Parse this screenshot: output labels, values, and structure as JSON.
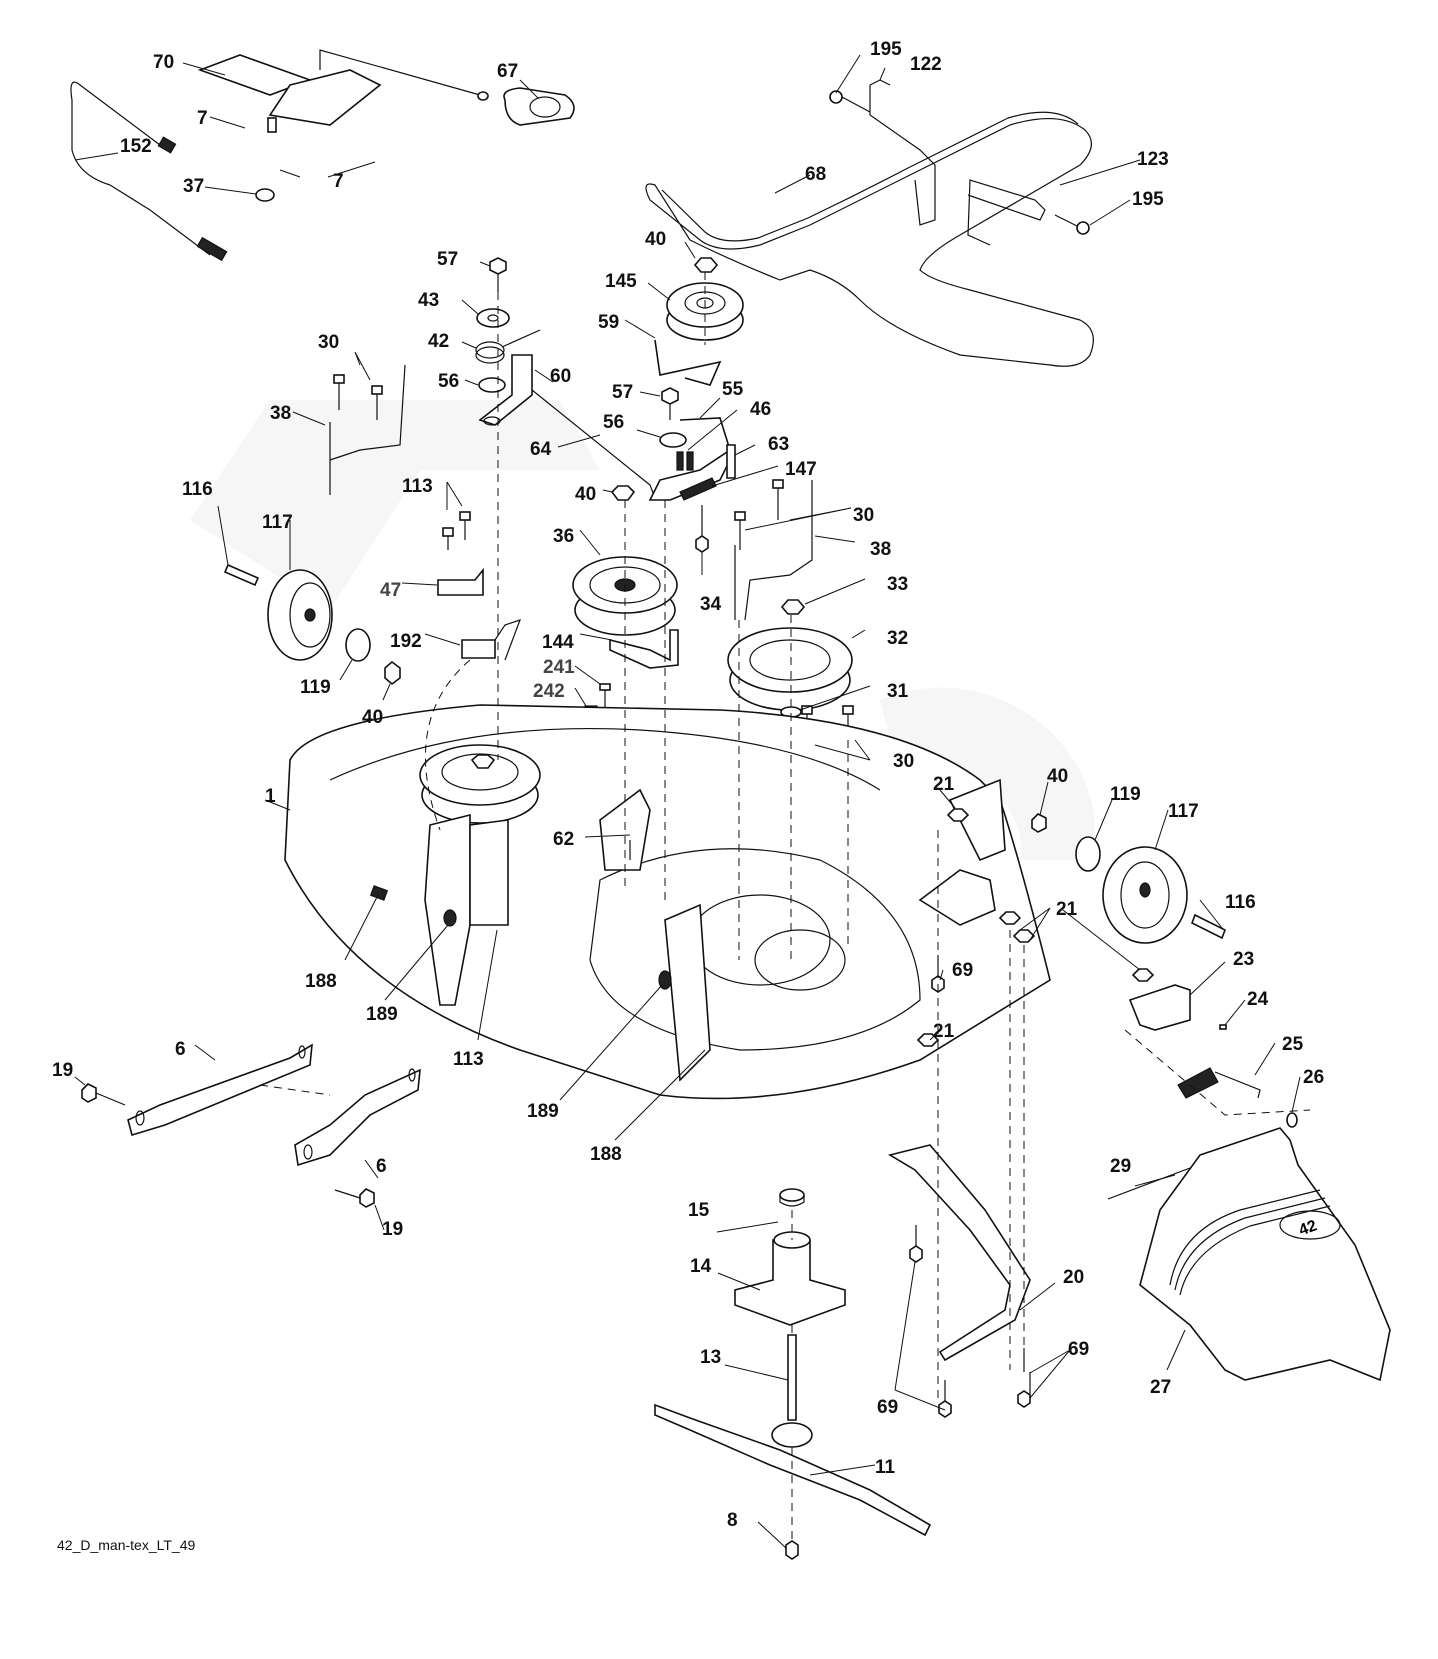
{
  "diagram": {
    "title": "Mower deck exploded parts diagram",
    "footer_code": "42_D_man-tex_LT_49",
    "deck_emblem": "42",
    "callouts": [
      {
        "id": "c70",
        "label": "70"
      },
      {
        "id": "c7a",
        "label": "7"
      },
      {
        "id": "c7b",
        "label": "7"
      },
      {
        "id": "c152",
        "label": "152"
      },
      {
        "id": "c37",
        "label": "37"
      },
      {
        "id": "c67",
        "label": "67"
      },
      {
        "id": "c195a",
        "label": "195"
      },
      {
        "id": "c122",
        "label": "122"
      },
      {
        "id": "c123",
        "label": "123"
      },
      {
        "id": "c195b",
        "label": "195"
      },
      {
        "id": "c68",
        "label": "68"
      },
      {
        "id": "c57a",
        "label": "57"
      },
      {
        "id": "c43",
        "label": "43"
      },
      {
        "id": "c42",
        "label": "42"
      },
      {
        "id": "c56a",
        "label": "56"
      },
      {
        "id": "c60",
        "label": "60"
      },
      {
        "id": "c40a",
        "label": "40"
      },
      {
        "id": "c145",
        "label": "145"
      },
      {
        "id": "c59",
        "label": "59"
      },
      {
        "id": "c57b",
        "label": "57"
      },
      {
        "id": "c55",
        "label": "55"
      },
      {
        "id": "c56b",
        "label": "56"
      },
      {
        "id": "c46",
        "label": "46"
      },
      {
        "id": "c63",
        "label": "63"
      },
      {
        "id": "c64",
        "label": "64"
      },
      {
        "id": "c147",
        "label": "147"
      },
      {
        "id": "c30a",
        "label": "30"
      },
      {
        "id": "c38a",
        "label": "38"
      },
      {
        "id": "c113a",
        "label": "113"
      },
      {
        "id": "c116a",
        "label": "116"
      },
      {
        "id": "c117a",
        "label": "117"
      },
      {
        "id": "c47",
        "label": "47"
      },
      {
        "id": "c192",
        "label": "192"
      },
      {
        "id": "c119a",
        "label": "119"
      },
      {
        "id": "c40b",
        "label": "40"
      },
      {
        "id": "c40c",
        "label": "40"
      },
      {
        "id": "c36",
        "label": "36"
      },
      {
        "id": "c30b",
        "label": "30"
      },
      {
        "id": "c38b",
        "label": "38"
      },
      {
        "id": "c34",
        "label": "34"
      },
      {
        "id": "c33",
        "label": "33"
      },
      {
        "id": "c144",
        "label": "144"
      },
      {
        "id": "c241",
        "label": "241"
      },
      {
        "id": "c242",
        "label": "242"
      },
      {
        "id": "c32",
        "label": "32"
      },
      {
        "id": "c31",
        "label": "31"
      },
      {
        "id": "c30c",
        "label": "30"
      },
      {
        "id": "c1",
        "label": "1"
      },
      {
        "id": "c62",
        "label": "62"
      },
      {
        "id": "c21a",
        "label": "21"
      },
      {
        "id": "c40d",
        "label": "40"
      },
      {
        "id": "c119b",
        "label": "119"
      },
      {
        "id": "c117b",
        "label": "117"
      },
      {
        "id": "c116b",
        "label": "116"
      },
      {
        "id": "c21b",
        "label": "21"
      },
      {
        "id": "c69a",
        "label": "69"
      },
      {
        "id": "c23",
        "label": "23"
      },
      {
        "id": "c21c",
        "label": "21"
      },
      {
        "id": "c24",
        "label": "24"
      },
      {
        "id": "c25",
        "label": "25"
      },
      {
        "id": "c26",
        "label": "26"
      },
      {
        "id": "c188a",
        "label": "188"
      },
      {
        "id": "c189a",
        "label": "189"
      },
      {
        "id": "c113b",
        "label": "113"
      },
      {
        "id": "c189b",
        "label": "189"
      },
      {
        "id": "c188b",
        "label": "188"
      },
      {
        "id": "c6a",
        "label": "6"
      },
      {
        "id": "c19a",
        "label": "19"
      },
      {
        "id": "c6b",
        "label": "6"
      },
      {
        "id": "c19b",
        "label": "19"
      },
      {
        "id": "c15",
        "label": "15"
      },
      {
        "id": "c14",
        "label": "14"
      },
      {
        "id": "c13",
        "label": "13"
      },
      {
        "id": "c11",
        "label": "11"
      },
      {
        "id": "c8",
        "label": "8"
      },
      {
        "id": "c20",
        "label": "20"
      },
      {
        "id": "c69b",
        "label": "69"
      },
      {
        "id": "c69c",
        "label": "69"
      },
      {
        "id": "c29",
        "label": "29"
      },
      {
        "id": "c27",
        "label": "27"
      }
    ]
  }
}
